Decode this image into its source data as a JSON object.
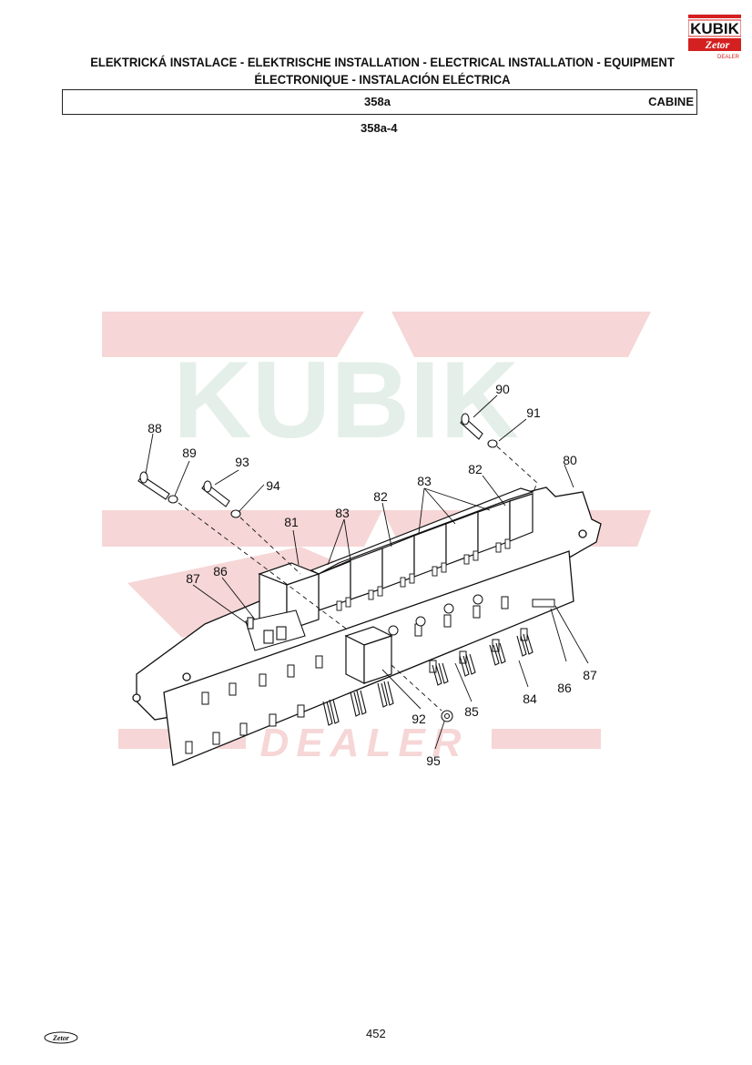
{
  "header": {
    "title_line1": "ELEKTRICKÁ INSTALACE - ELEKTRISCHE INSTALLATION - ELECTRICAL INSTALLATION - EQUIPMENT",
    "title_line2": "ÉLECTRONIQUE - INSTALACIÓN ELÉCTRICA",
    "section_code": "358a",
    "section_name": "CABINE",
    "figure_code": "358a-4"
  },
  "logo": {
    "brand_text": "KUBIK",
    "sub_text": "Zetor",
    "tag_text": "DEALER",
    "brand_color": "#d42020"
  },
  "watermark": {
    "brand_text": "KUBIK",
    "sub_text": "DEALER",
    "color_red": "#f6d6d6",
    "color_green": "#e4efe9"
  },
  "callouts": [
    "80",
    "81",
    "82",
    "82",
    "83",
    "83",
    "84",
    "85",
    "86",
    "86",
    "87",
    "87",
    "88",
    "89",
    "90",
    "91",
    "92",
    "93",
    "94",
    "95"
  ],
  "footer": {
    "page_number": "452",
    "logo_text": "Zetor"
  }
}
